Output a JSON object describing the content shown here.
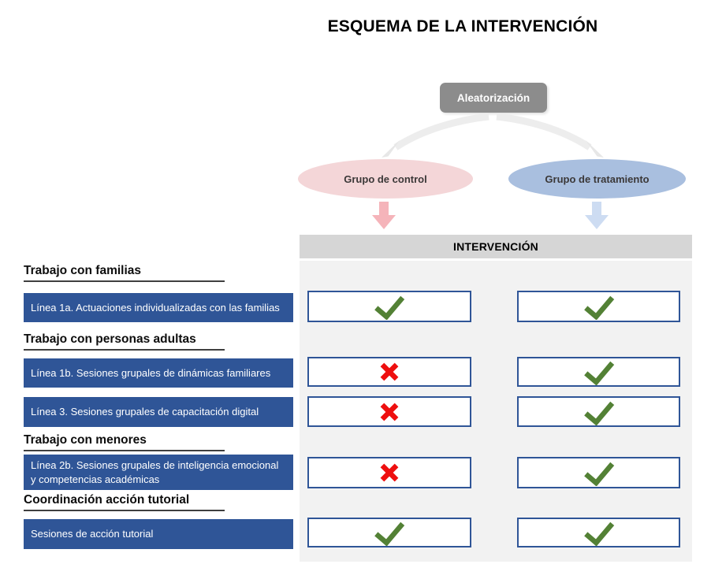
{
  "title": "ESQUEMA DE LA INTERVENCIÓN",
  "flow": {
    "randomization_label": "Aleatorización",
    "control_group_label": "Grupo de control",
    "treatment_group_label": "Grupo de tratamiento"
  },
  "intervention": {
    "header": "INTERVENCIÓN",
    "columns": [
      "Grupo de control",
      "Grupo de tratamiento"
    ]
  },
  "headings": [
    "Trabajo con familias",
    "Trabajo con personas adultas",
    "Trabajo con menores",
    "Coordinación acción tutorial"
  ],
  "rows": [
    {
      "label": "Línea 1a. Actuaciones individualizadas con las familias",
      "control": "check",
      "treatment": "check"
    },
    {
      "label": "Línea 1b. Sesiones grupales de dinámicas familiares",
      "control": "cross",
      "treatment": "check"
    },
    {
      "label": "Línea 3. Sesiones grupales de capacitación digital",
      "control": "cross",
      "treatment": "check"
    },
    {
      "label": "Línea 2b. Sesiones grupales de inteligencia emocional y competencias académicas",
      "control": "cross",
      "treatment": "check"
    },
    {
      "label": "Sesiones de acción tutorial",
      "control": "check",
      "treatment": "check"
    }
  ],
  "colors": {
    "bar_blue": "#2f5597",
    "cell_border_blue": "#2f5597",
    "check_green": "#538135",
    "cross_red": "#ee0f0f",
    "control_pink": "#f4d6d8",
    "control_arrow_pink": "#f5b4ba",
    "treatment_blue": "#a9bfdf",
    "treatment_arrow_blue": "#cddcf2",
    "randomization_gray": "#8c8c8c",
    "header_gray": "#d6d6d6",
    "panel_gray": "#f2f2f2"
  }
}
